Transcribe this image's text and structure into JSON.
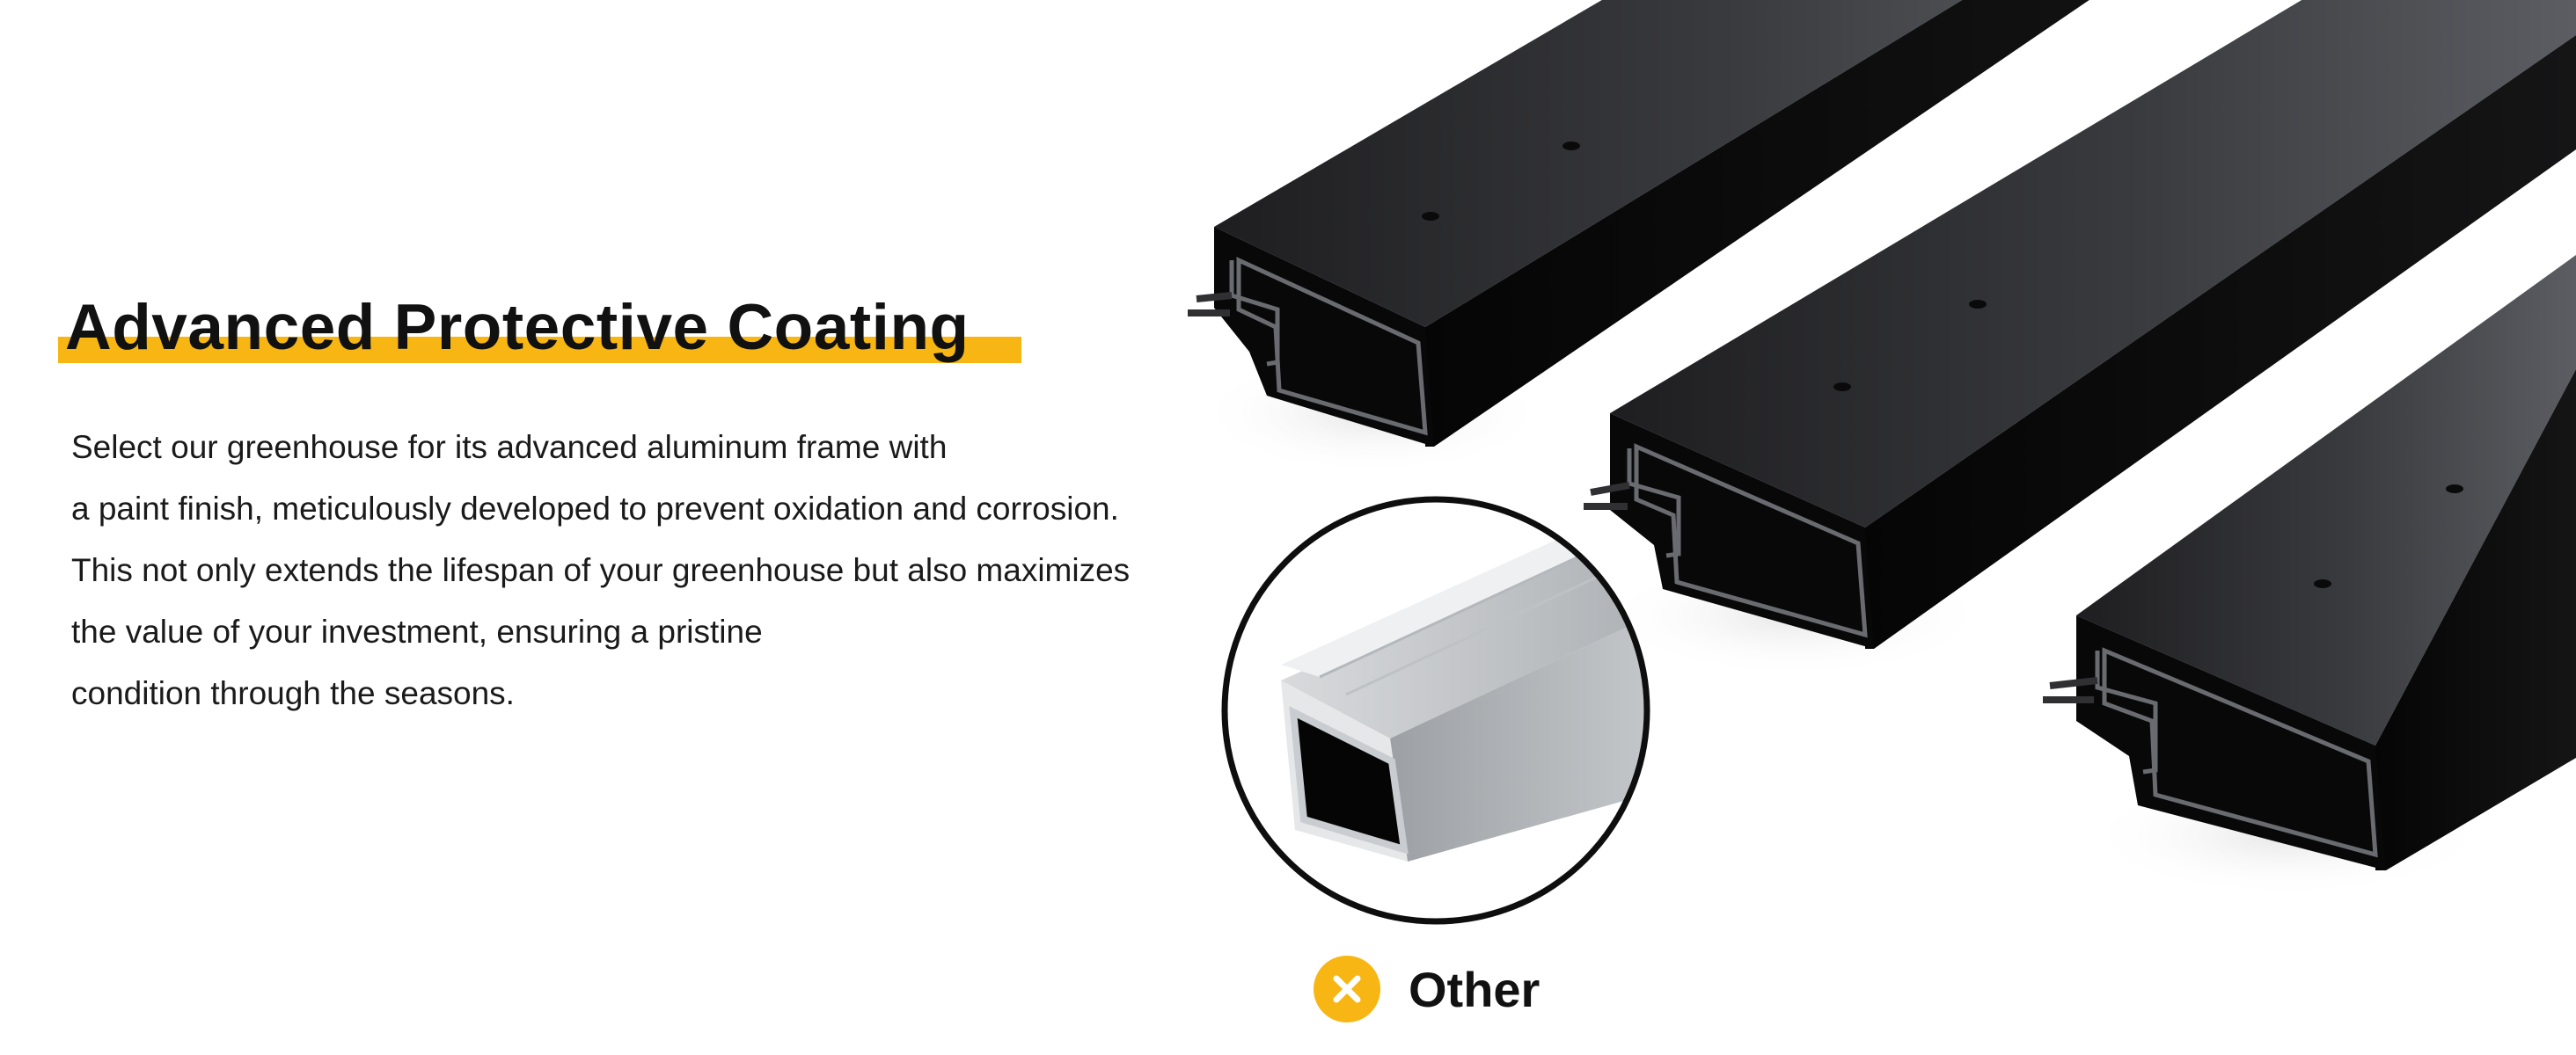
{
  "feature": {
    "title": "Advanced Protective Coating",
    "description_lines": [
      "Select our greenhouse for its advanced aluminum frame with",
      "a paint finish, meticulously developed to prevent oxidation and corrosion.",
      "This not only extends the lifespan of your greenhouse but also maximizes",
      "the value of your investment, ensuring a pristine",
      "condition through the seasons."
    ],
    "accent_color": "#f7b613"
  },
  "comparison": {
    "label": "Other",
    "icon": "close-x-icon",
    "subject": "unpainted-aluminum-profile"
  },
  "product_image": {
    "subject": "black-coated-aluminum-profiles",
    "count": 3
  }
}
